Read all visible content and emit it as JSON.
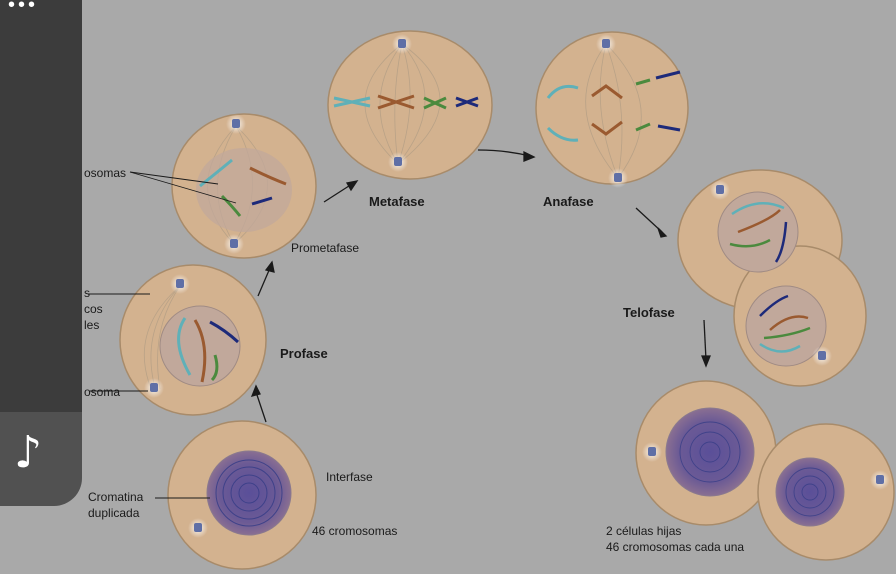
{
  "diagram": {
    "phases": {
      "interphase": "Interfase",
      "prophase": "Profase",
      "prometaphase": "Prometafase",
      "metaphase": "Metafase",
      "anaphase": "Anafase",
      "telophase": "Telofase"
    },
    "callouts": {
      "chromatin_line1": "Cromatina",
      "chromatin_line2": "duplicada",
      "chromosomes_partial": "osomas",
      "centrosome_partial": "osoma",
      "spindle_partial_1": "s",
      "spindle_partial_2": "cos",
      "spindle_partial_3": "les"
    },
    "counts": {
      "start": "46 cromosomas",
      "result_line1": "2 células hijas",
      "result_line2": "46 cromosomas cada una"
    }
  },
  "overlay": {
    "menu_icon": "ellipsis-icon",
    "music_icon": "music-note-icon",
    "dots_glyph": "•••",
    "note_glyph": "♪"
  },
  "colors": {
    "background": "#a9a9a9",
    "cell_fill": "#d3b28f",
    "cell_stroke": "#a88b6a",
    "nucleus": "#8a6a8e",
    "chromatin": "#3e4a8c",
    "chrom_teal": "#5fb0b8",
    "chrom_orange": "#9a5a30",
    "chrom_green": "#4b8a3e",
    "chrom_navy": "#1d2a7a",
    "panel": "#3c3c3c"
  }
}
